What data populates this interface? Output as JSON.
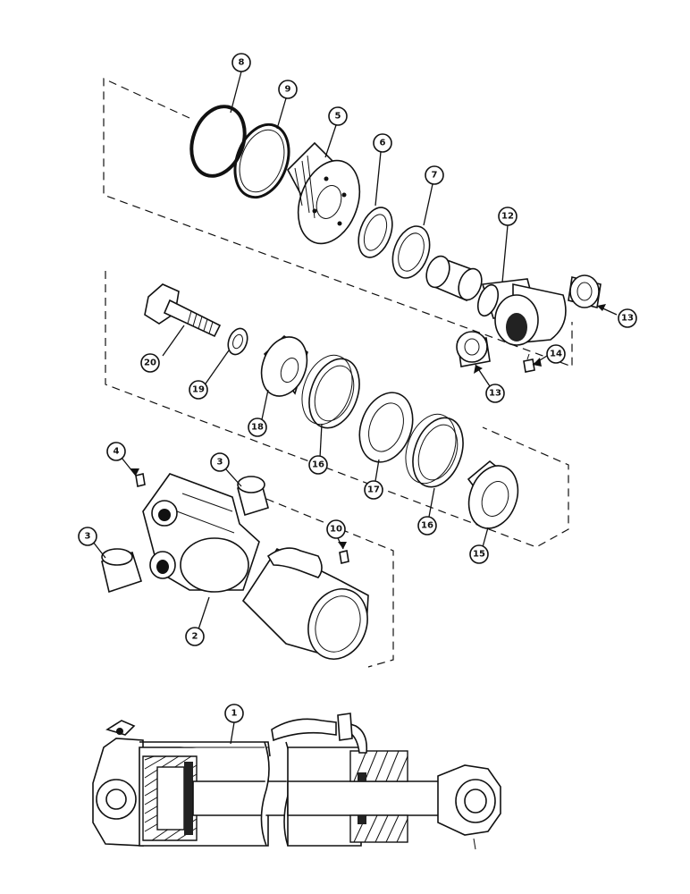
{
  "diagram": {
    "callouts": [
      {
        "id": "c1",
        "label": "1"
      },
      {
        "id": "c2",
        "label": "2"
      },
      {
        "id": "c3a",
        "label": "3"
      },
      {
        "id": "c3b",
        "label": "3"
      },
      {
        "id": "c4",
        "label": "4"
      },
      {
        "id": "c5",
        "label": "5"
      },
      {
        "id": "c6",
        "label": "6"
      },
      {
        "id": "c7",
        "label": "7"
      },
      {
        "id": "c8",
        "label": "8"
      },
      {
        "id": "c9",
        "label": "9"
      },
      {
        "id": "c10",
        "label": "10"
      },
      {
        "id": "c12",
        "label": "12"
      },
      {
        "id": "c13a",
        "label": "13"
      },
      {
        "id": "c13b",
        "label": "13"
      },
      {
        "id": "c14",
        "label": "14"
      },
      {
        "id": "c15",
        "label": "15"
      },
      {
        "id": "c16a",
        "label": "16"
      },
      {
        "id": "c16b",
        "label": "16"
      },
      {
        "id": "c17",
        "label": "17"
      },
      {
        "id": "c18",
        "label": "18"
      },
      {
        "id": "c19",
        "label": "19"
      },
      {
        "id": "c20",
        "label": "20"
      }
    ]
  }
}
